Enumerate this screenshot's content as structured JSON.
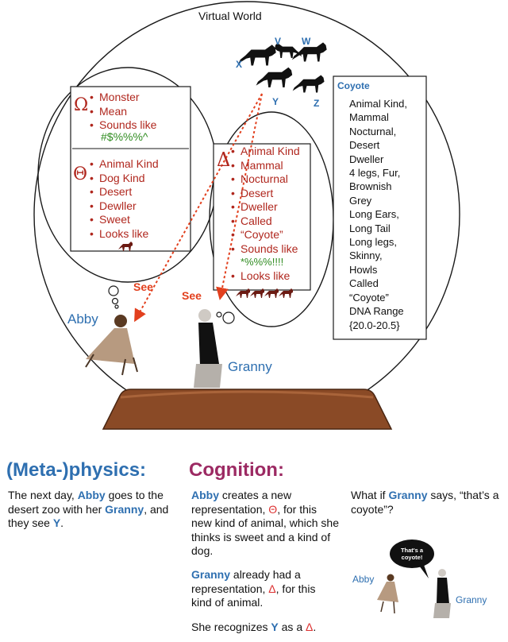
{
  "title": "Virtual World",
  "wolves": {
    "labels": [
      "V",
      "W",
      "X",
      "Y",
      "Z"
    ]
  },
  "abby_box": {
    "omega_symbol": "Ω",
    "omega_items": [
      "Monster",
      "Mean",
      "Sounds like"
    ],
    "omega_sound": "#$%%%^",
    "theta_symbol": "Θ",
    "theta_items": [
      "Animal Kind",
      "Dog Kind",
      "Desert",
      "Dewller",
      "Sweet",
      "Looks like"
    ]
  },
  "granny_box": {
    "delta_symbol": "Δ",
    "items": [
      "Animal Kind",
      "Mammal",
      "Nocturnal",
      "Desert",
      "Dweller",
      "Called",
      "“Coyote”",
      "Sounds like"
    ],
    "sound": "*%%%!!!!",
    "last_item": "Looks like"
  },
  "coyote_box": {
    "title": "Coyote",
    "lines": [
      "Animal Kind,",
      "Mammal",
      "Nocturnal,",
      "Desert",
      "Dweller",
      "4 legs, Fur,",
      "Brownish",
      "Grey",
      "Long Ears,",
      "Long Tail",
      "Long legs,",
      "Skinny,",
      "Howls",
      "Called",
      "“Coyote”",
      "DNA Range",
      "{20.0-20.5}"
    ]
  },
  "see_label": "See",
  "characters": {
    "abby": "Abby",
    "granny": "Granny"
  },
  "panels": {
    "physics": {
      "heading": "(Meta-)physics:",
      "t1": "The next day, ",
      "abby": "Abby",
      "t2": " goes to the desert zoo with her ",
      "granny": "Granny",
      "t3": ", and they see ",
      "y": "Y",
      "t4": "."
    },
    "cognition": {
      "heading": "Cognition:",
      "p1_abby": "Abby",
      "p1_t1": " creates a new representation, ",
      "theta": "Θ",
      "p1_t2": ", for this new kind of animal, which she thinks is sweet and a kind of dog.",
      "p2_granny": "Granny",
      "p2_t1": " already had a representation, ",
      "delta": "Δ",
      "p2_t2": ", for this kind of animal.",
      "p3_t1": "She recognizes ",
      "y": "Y",
      "p3_t2": " as a ",
      "delta2": "Δ",
      "p3_t3": "."
    },
    "whatif": {
      "t1": "What if ",
      "granny": "Granny",
      "t2": " says, “that’s a coyote”?",
      "bubble_line1": "That's a",
      "bubble_line2": "coyote!",
      "abby": "Abby",
      "granny_label": "Granny"
    }
  },
  "colors": {
    "blue": "#2e6fb0",
    "red": "#b0271e",
    "green": "#2e8b1f",
    "cognition_heading": "#9c2a63",
    "arrow": "#e2401e",
    "stand": "#8a4a26"
  }
}
